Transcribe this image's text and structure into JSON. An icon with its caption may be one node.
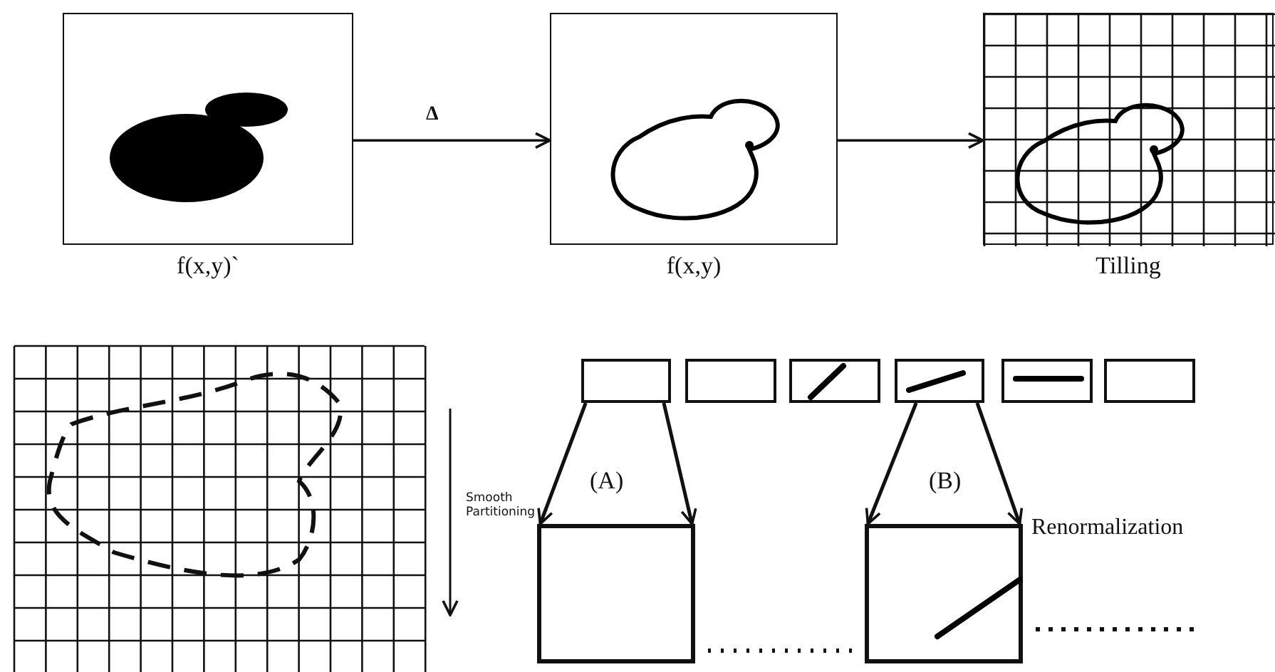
{
  "diagram": {
    "nodes": [
      {
        "text": [
          "f(x,y)`"
        ]
      },
      {
        "text": [
          "f(x,y)"
        ]
      },
      {
        "text": [
          "Tilling"
        ]
      },
      {
        "text": [],
        "shape": "picture"
      },
      {
        "text": [],
        "shape": "box"
      },
      {
        "text": [],
        "shape": "box"
      },
      {
        "text": [],
        "shape": "box"
      },
      {
        "text": [],
        "shape": "box"
      },
      {
        "text": [],
        "shape": "box"
      },
      {
        "text": [],
        "shape": "box"
      },
      {
        "text": [],
        "shape": "box"
      },
      {
        "text": [],
        "shape": "box"
      }
    ],
    "edges": [
      {
        "from": 0,
        "to": 1,
        "arrow": "to",
        "label": "Δ"
      },
      {
        "from": 1,
        "to": 2,
        "arrow": "to"
      },
      {
        "from": 4,
        "to": 10,
        "arrow": "to"
      },
      {
        "from": 4,
        "to": 10,
        "arrow": "to"
      },
      {
        "from": 7,
        "to": 11,
        "arrow": "to"
      },
      {
        "from": 7,
        "to": 11,
        "arrow": "to"
      }
    ],
    "labels": [
      "Smooth Partitioning",
      "(A)",
      "(B)",
      "Renormalization"
    ]
  }
}
